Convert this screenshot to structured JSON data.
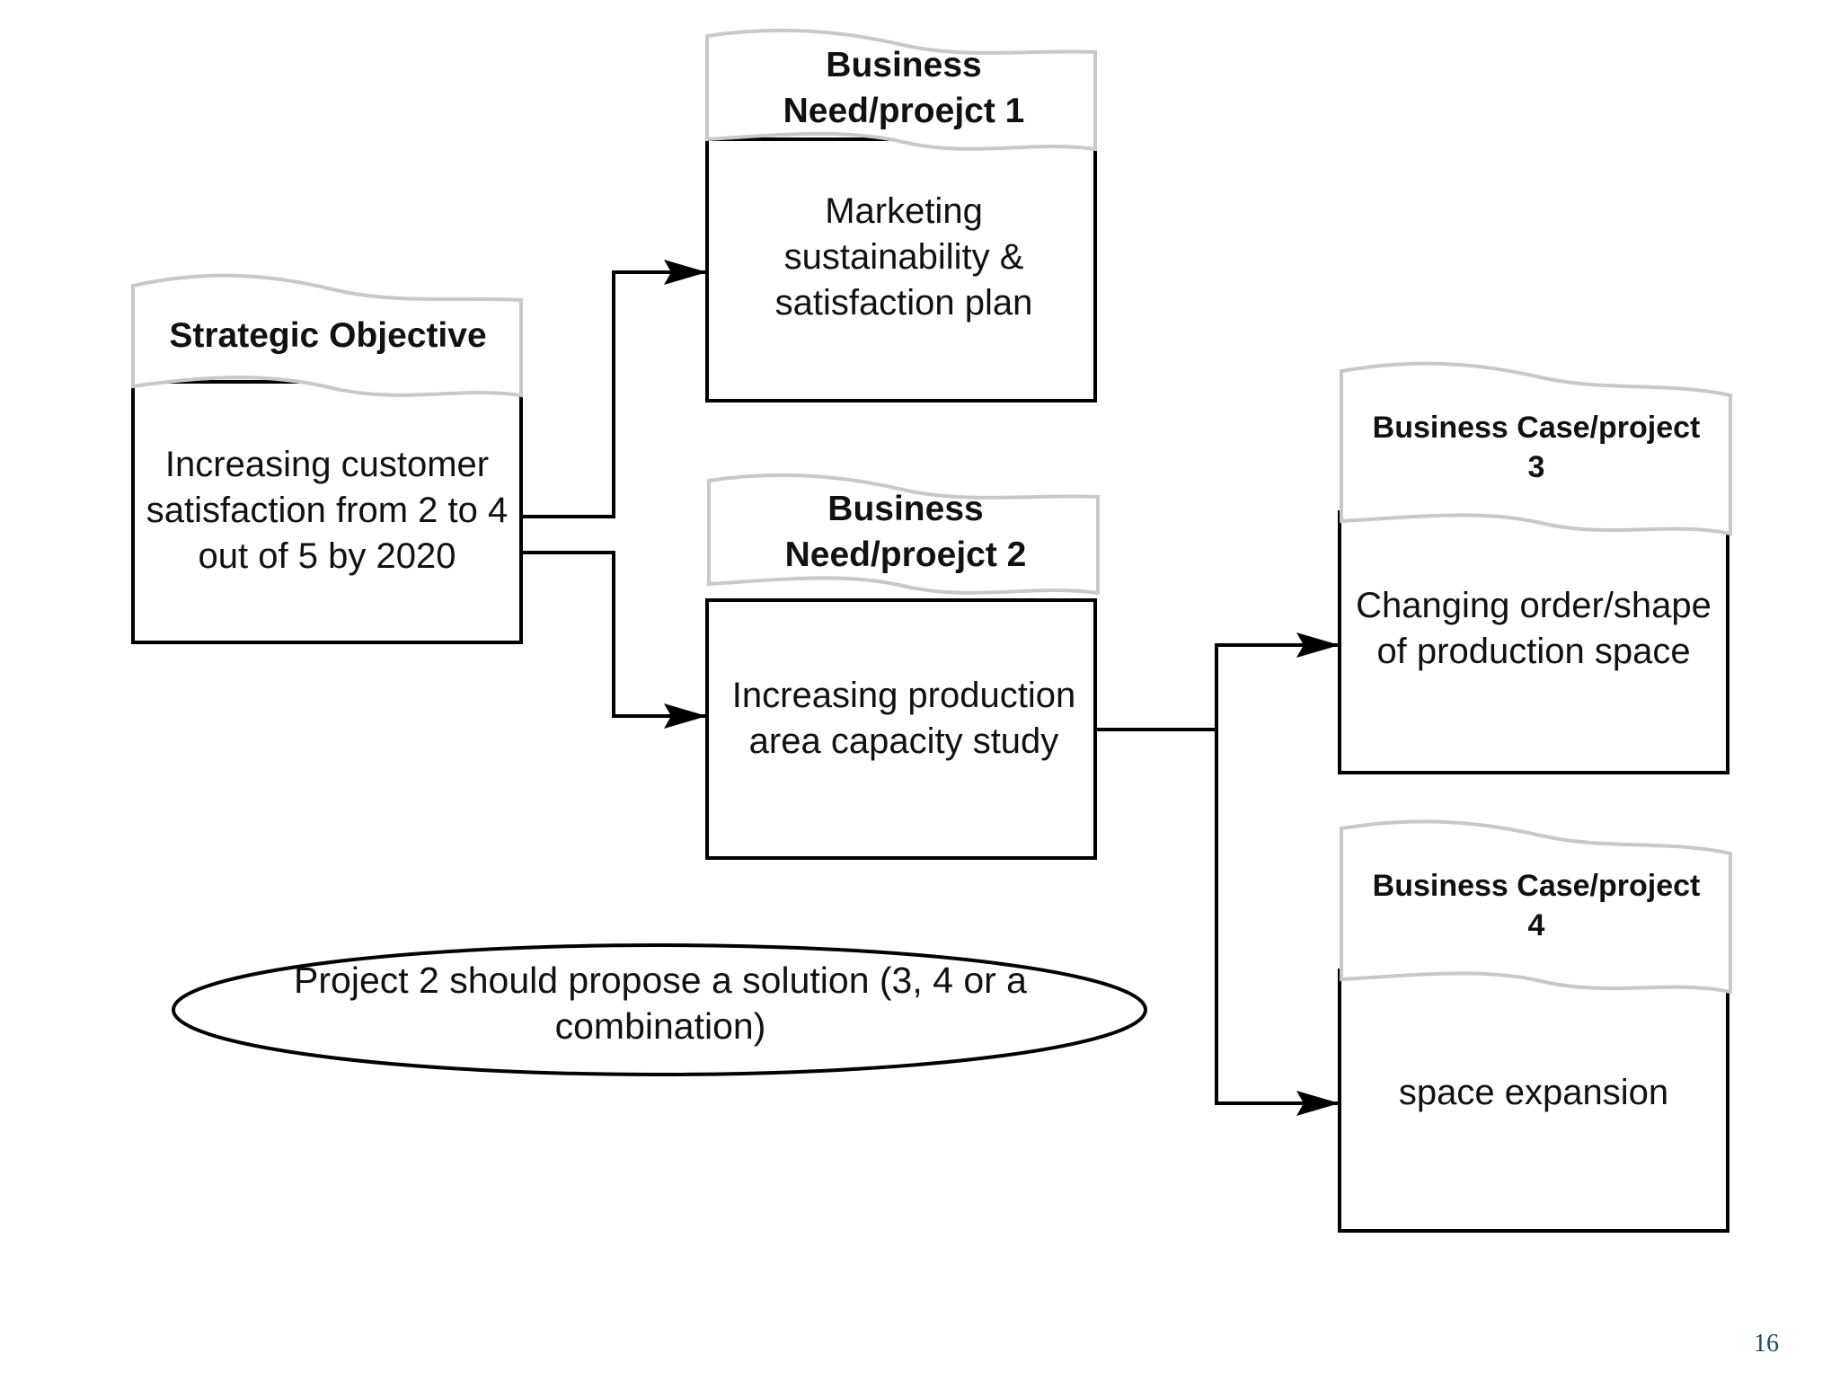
{
  "diagram": {
    "strategic": {
      "header": "Strategic Objective",
      "body": "Increasing customer satisfaction from 2 to 4 out of 5 by 2020"
    },
    "project1": {
      "header": "Business Need/proejct 1",
      "body": "Marketing sustainability & satisfaction plan"
    },
    "project2": {
      "header": "Business Need/proejct 2",
      "body": "Increasing production area capacity study"
    },
    "project3": {
      "header": "Business Case/project 3",
      "body": "Changing order/shape of production space"
    },
    "project4": {
      "header": "Business Case/project 4",
      "body": "space expansion"
    },
    "note": "Project 2 should propose a solution (3, 4 or a combination)"
  },
  "page": {
    "number": "16"
  }
}
